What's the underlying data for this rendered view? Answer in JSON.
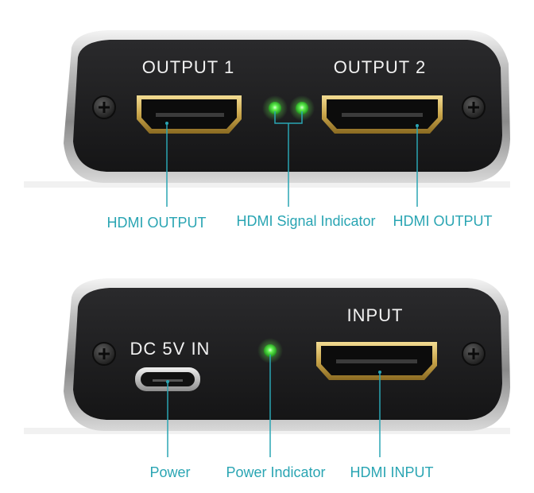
{
  "top_panel": {
    "port_labels": [
      "OUTPUT 1",
      "OUTPUT 2"
    ],
    "callouts": {
      "left": "HDMI OUTPUT",
      "center": "HDMI Signal Indicator",
      "right": "HDMI OUTPUT"
    }
  },
  "bottom_panel": {
    "power_label": "DC 5V IN",
    "input_label": "INPUT",
    "callouts": {
      "left": "Power",
      "center": "Power Indicator",
      "right": "HDMI INPUT"
    }
  },
  "colors": {
    "callout_teal": "#2aa5b3",
    "led_green": "#3fdc3a",
    "connector_gold": "#c9a54a",
    "panel_body": "#1c1c1e"
  }
}
